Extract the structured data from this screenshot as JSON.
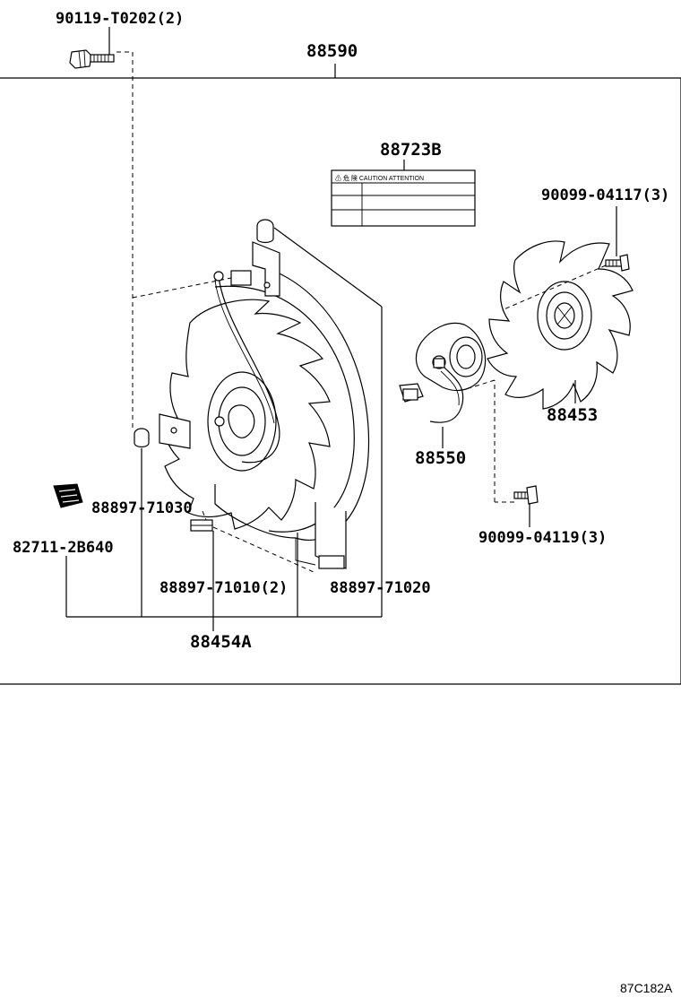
{
  "labels": {
    "bolt_top": "90119-T0202(2)",
    "assembly": "88590",
    "label_plate": "88723B",
    "screw_fan": "90099-04117(3)",
    "fan": "88453",
    "motor": "88550",
    "screw_motor": "90099-04119(3)",
    "cushion_71030": "88897-71030",
    "clip": "82711-2B640",
    "cushion_71010": "88897-71010(2)",
    "cushion_71020": "88897-71020",
    "shroud": "88454A",
    "figure_code": "87C182A"
  },
  "label_plate_text": "⚠ 危 険 CAUTION  ATTENTION"
}
